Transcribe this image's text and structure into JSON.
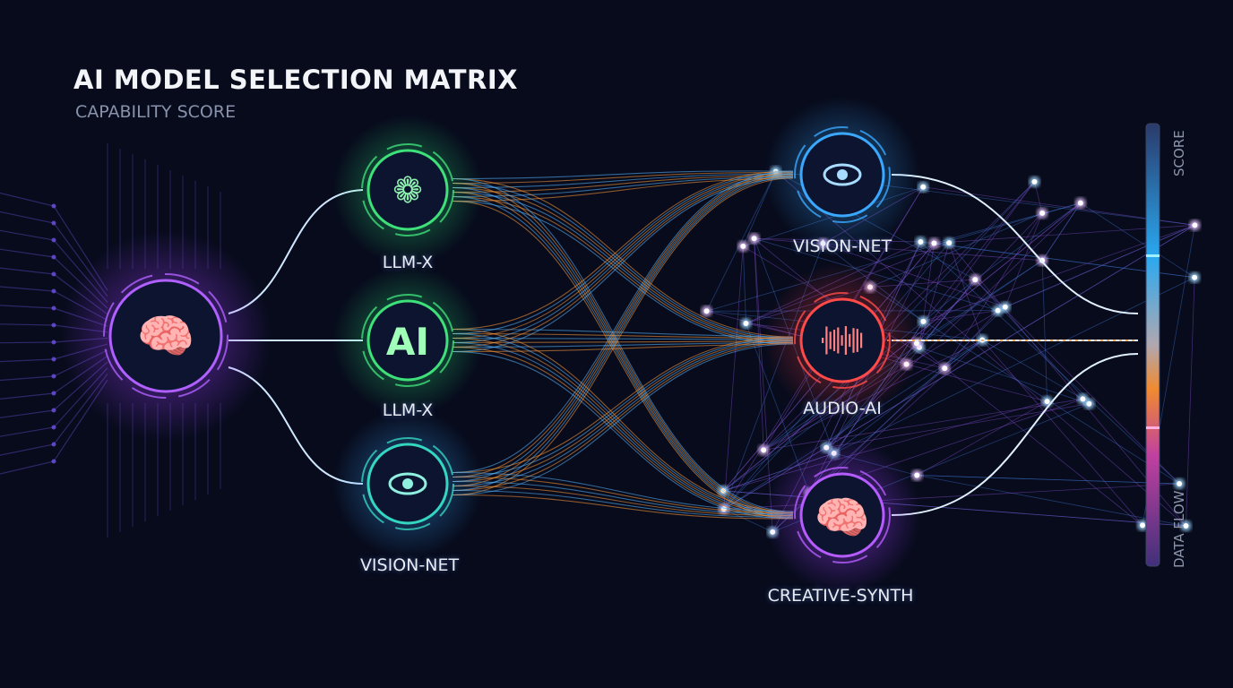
{
  "header": {
    "title": "AI MODEL SELECTION MATRIX",
    "subtitle": "CAPABILITY SCORE"
  },
  "source": {
    "name": "brain",
    "icon": "brain-icon"
  },
  "left_nodes": [
    {
      "label": "LLM-X",
      "icon": "openai-knot-icon",
      "color": "#3ee07a"
    },
    {
      "label": "LLM-X",
      "icon": "ai-text-icon",
      "icon_text": "AI",
      "color": "#3ee07a"
    },
    {
      "label": "VISION-NET",
      "icon": "eye-icon",
      "color": "#35d6c0"
    }
  ],
  "right_nodes": [
    {
      "label": "VISION-NET",
      "icon": "eye-icon",
      "color": "#3aa8ff"
    },
    {
      "label": "AUDIO-AI",
      "icon": "waveform-icon",
      "color": "#ff4a4a"
    },
    {
      "label": "CREATIVE-SYNTH",
      "icon": "brain-icon",
      "color": "#b65cff"
    }
  ],
  "score_bar": {
    "top_label": "SCORE",
    "bottom_label": "DATA FLOW",
    "colors": [
      "#2a3a6a",
      "#2aa8f0",
      "#f08a30",
      "#c040a0",
      "#40307a"
    ]
  },
  "flow_colors": {
    "orange": "#ff9a3a",
    "blue": "#5ab8ff"
  }
}
